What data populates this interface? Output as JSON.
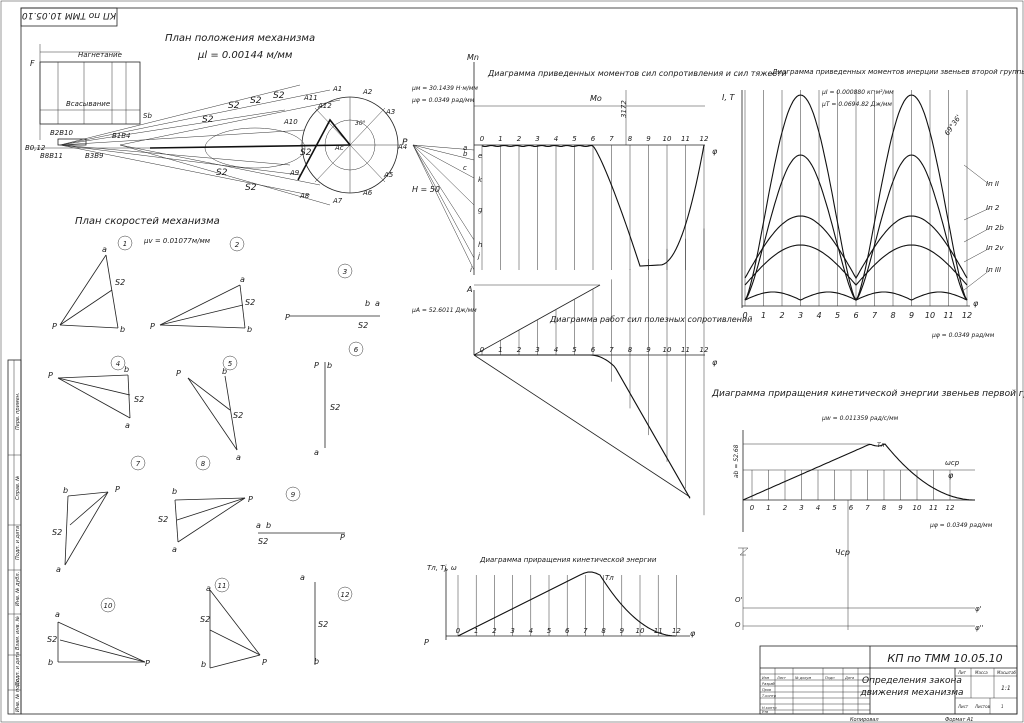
{
  "sheet": {
    "stamp_top": "КП по ТММ 10.05.10",
    "title_block": {
      "code": "КП по ТММ 10.05.10",
      "name_line1": "Определения закона",
      "name_line2": "движения механизма",
      "col_lit": "Лит",
      "col_mass": "Масса",
      "col_scale": "Масштаб",
      "scale_value": "1:1",
      "sheet_label": "Лист",
      "sheets_label": "Листов",
      "sheets_value": "1",
      "roles": [
        "Изм",
        "Лист",
        "№ докум",
        "Подп",
        "Дата",
        "Разраб",
        "Пров",
        "Т.контр",
        "Н.контр",
        "Утв"
      ],
      "copied": "Копировал",
      "format": "Формат  А1"
    },
    "side_strip": [
      "Перв. примен.",
      "Справ. №",
      "Подп. и дата",
      "Инв. № дубл.",
      "Взам. инв. №",
      "Подп. и дата",
      "Инв. № подл."
    ]
  },
  "position_plan": {
    "title": "План положения механизма",
    "scale": "μl = 0.00144 м/мм",
    "labels": {
      "f": "F",
      "intake": "Нагнетание",
      "suction": "Всасывание",
      "sb": "Sb",
      "s2": "S2",
      "b2b10": "B2B10",
      "b0b12": "B0,12",
      "b8b11": "B8B11",
      "b3b9": "B3B9",
      "b1b4": "B1B4",
      "ac": "Ac",
      "a_labels": [
        "A1",
        "A2",
        "A3",
        "A4",
        "A5",
        "A6",
        "A7",
        "A8",
        "A9",
        "A10",
        "A11",
        "A12"
      ]
    },
    "angle": "30°"
  },
  "velocity_plan": {
    "title": "План скоростей механизма",
    "scale": "μv = 0.01077м/мм",
    "numbers": [
      "1",
      "2",
      "3",
      "4",
      "5",
      "6",
      "7",
      "8",
      "9",
      "10",
      "11",
      "12"
    ],
    "p": "P",
    "a": "a",
    "b": "b",
    "s2": "S2"
  },
  "moment_diagram": {
    "title": "Диаграмма приведенных моментов сил сопротивления и сил тяжести",
    "mu_m": "μм = 30.1439 Н·м/мм",
    "mu_phi": "μφ = 0.0349 рад/мм",
    "axis_y": "Mn",
    "axis_x": "φ",
    "mo": "Mo",
    "marker": "3172",
    "h": "H = 50",
    "p": "P",
    "ticks": [
      "0",
      "1",
      "2",
      "3",
      "4",
      "5",
      "6",
      "7",
      "8",
      "9",
      "10",
      "11",
      "12"
    ],
    "letters": [
      "a",
      "b",
      "c",
      "e",
      "k",
      "g",
      "h",
      "j",
      "i"
    ]
  },
  "work_diagram": {
    "title": "Диаграмма работ сил полезных сопротивлений",
    "mu_a": "μA = 52.6011 Дж/мм",
    "axis_y": "A",
    "axis_x": "φ",
    "ticks": [
      "0",
      "1",
      "2",
      "3",
      "4",
      "5",
      "6",
      "7",
      "8",
      "9",
      "10",
      "11",
      "12"
    ]
  },
  "ke_diagram": {
    "title": "Диаграмма приращения кинетической энергии",
    "axis_y": "Tл, Tj, ω",
    "curve_label": "Tл",
    "p": "P",
    "axis_x": "φ",
    "ticks": [
      "0",
      "1",
      "2",
      "3",
      "4",
      "5",
      "6",
      "7",
      "8",
      "9",
      "10",
      "11",
      "12"
    ]
  },
  "inertia_diagram": {
    "title": "Диаграмма приведенных моментов инерции звеньев второй группы",
    "axis_y": "I, T",
    "mu_i": "μI = 0.000880 кг·м²/мм",
    "mu_t": "μT = 0.0694.82 Дж/мм",
    "mu_phi": "μφ = 0.0349 рад/мм",
    "angle": "69°36'",
    "axis_x": "φ",
    "ticks": [
      "0",
      "1",
      "2",
      "3",
      "4",
      "5",
      "6",
      "7",
      "8",
      "9",
      "10",
      "11",
      "12"
    ],
    "legend": [
      "Iп II",
      "Iп 2",
      "Iп 2b",
      "Iп 2v",
      "Iп III"
    ]
  },
  "first_group_diagram": {
    "title": "Диаграмма приращения кинетической энергии звеньев первой группы",
    "mu_w": "μw = 0.011359 рад/с/мм",
    "mu_phi": "μφ = 0.0349 рад/мм",
    "omega": "ωср",
    "axis_x": "φ",
    "vlabel": "ab = 52.68",
    "tl": "Tл",
    "ycp": "Чср",
    "o": "O'",
    "o2": "O",
    "phi1": "φ'",
    "phi2": "φ''",
    "ticks": [
      "0",
      "1",
      "2",
      "3",
      "4",
      "5",
      "6",
      "7",
      "8",
      "9",
      "10",
      "11",
      "12"
    ]
  }
}
